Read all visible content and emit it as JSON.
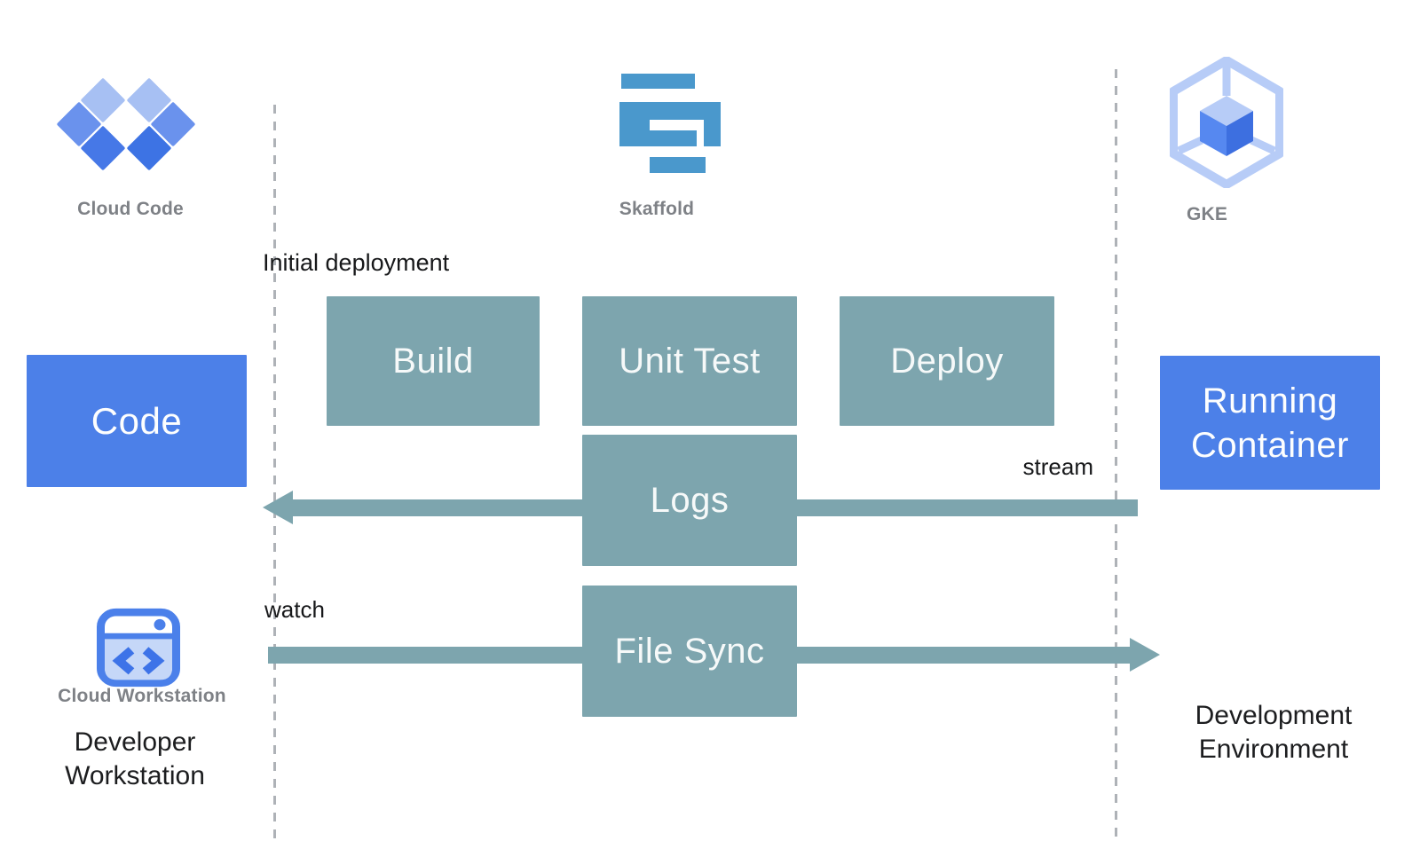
{
  "palette": {
    "blue_box": "#4c80e8",
    "teal_box": "#7da5ae",
    "skaffold_blue": "#4a98cc",
    "label_gray": "#7e8186",
    "text_black": "#1c1d1f",
    "dash_gray": "#aeb2b7",
    "cloud_code_light": "#a7c0f3",
    "cloud_code_medium": "#6a92ed",
    "cloud_code_dark": "#4377e5",
    "gke_outline": "#b7ccf7",
    "gke_left_face": "#5688f0",
    "gke_right_face": "#3d6fe0",
    "workstation_frame": "#4b80ea",
    "workstation_body": "#c5d7f8"
  },
  "header_icons": {
    "cloud_code": {
      "label": "Cloud Code",
      "icon": "cloud-code-diamonds-icon"
    },
    "skaffold": {
      "label": "Skaffold",
      "icon": "skaffold-logo-icon"
    },
    "gke": {
      "label": "GKE",
      "icon": "gke-hexagon-cube-icon"
    }
  },
  "nodes": {
    "code": "Code",
    "build": "Build",
    "unit_test": "Unit Test",
    "deploy": "Deploy",
    "logs": "Logs",
    "file_sync": "File Sync",
    "running_container": "Running Container"
  },
  "annotations": {
    "initial_deployment": "Initial deployment",
    "stream": "stream",
    "watch": "watch"
  },
  "footer": {
    "cloud_workstation_label": "Cloud Workstation",
    "workstation_icon": "cloud-workstation-window-icon",
    "developer_workstation": "Developer Workstation",
    "development_environment": "Development Environment"
  }
}
